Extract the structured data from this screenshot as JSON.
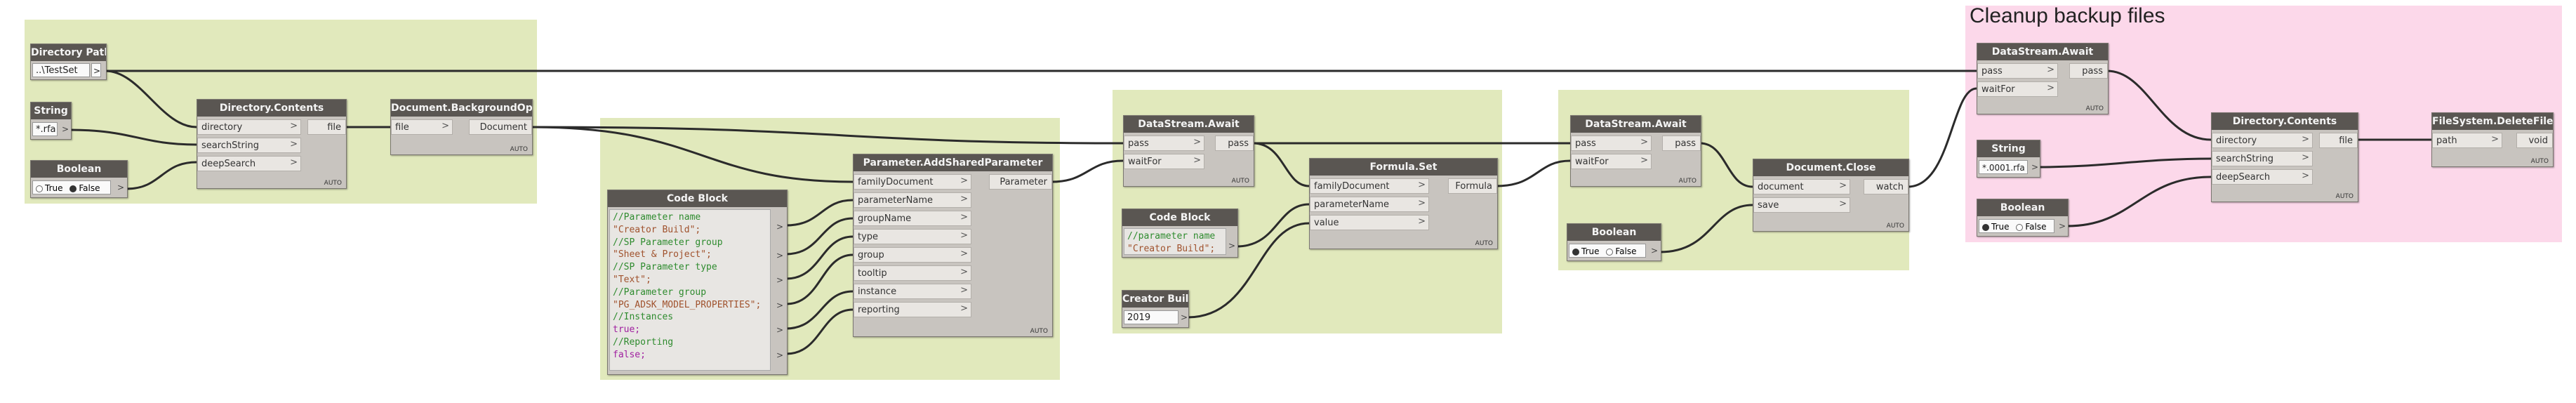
{
  "groups": {
    "cleanup_title": "Cleanup backup files",
    "colors": {
      "green": "#e1e9bc",
      "pink": "#fcd8ea"
    }
  },
  "directory_path": {
    "title": "Directory Path",
    "value": "..\\TestSet"
  },
  "string1": {
    "title": "String",
    "value": "*.rfa"
  },
  "boolean1": {
    "title": "Boolean",
    "true_label": "True",
    "false_label": "False",
    "selected": "False"
  },
  "dir_contents1": {
    "title": "Directory.Contents",
    "inputs": [
      "directory",
      "searchString",
      "deepSearch"
    ],
    "output": "file",
    "lacing": "AUTO"
  },
  "bg_open": {
    "title": "Document.BackgroundOpen",
    "input": "file",
    "output": "Document",
    "lacing": "AUTO"
  },
  "code_block1": {
    "title": "Code Block",
    "lines": [
      {
        "text": "//Parameter name",
        "kind": "comment"
      },
      {
        "text": "\"Creator Build\";",
        "kind": "string"
      },
      {
        "text": "//SP Parameter group",
        "kind": "comment"
      },
      {
        "text": "\"Sheet & Project\";",
        "kind": "string"
      },
      {
        "text": "//SP Parameter type",
        "kind": "comment"
      },
      {
        "text": "\"Text\";",
        "kind": "string"
      },
      {
        "text": "//Parameter group",
        "kind": "comment"
      },
      {
        "text": "\"PG_ADSK_MODEL_PROPERTIES\";",
        "kind": "string"
      },
      {
        "text": "//Instances",
        "kind": "comment"
      },
      {
        "text": "true;",
        "kind": "bool"
      },
      {
        "text": "//Reporting",
        "kind": "comment"
      },
      {
        "text": "false;",
        "kind": "bool"
      }
    ]
  },
  "add_shared_param": {
    "title": "Parameter.AddSharedParameter",
    "inputs": [
      "familyDocument",
      "parameterName",
      "groupName",
      "type",
      "group",
      "tooltip",
      "instance",
      "reporting"
    ],
    "output": "Parameter",
    "lacing": "AUTO"
  },
  "await1": {
    "title": "DataStream.Await",
    "inputs": [
      "pass",
      "waitFor"
    ],
    "output": "pass",
    "lacing": "AUTO"
  },
  "code_block2": {
    "title": "Code Block",
    "lines": [
      {
        "text": "//parameter name",
        "kind": "comment"
      },
      {
        "text": "\"Creator Build\";",
        "kind": "string"
      }
    ]
  },
  "creator_build": {
    "title": "Creator Build",
    "value": "2019"
  },
  "formula_set": {
    "title": "Formula.Set",
    "inputs": [
      "familyDocument",
      "parameterName",
      "value"
    ],
    "output": "Formula",
    "lacing": "AUTO"
  },
  "await2": {
    "title": "DataStream.Await",
    "inputs": [
      "pass",
      "waitFor"
    ],
    "output": "pass",
    "lacing": "AUTO"
  },
  "boolean2": {
    "title": "Boolean",
    "true_label": "True",
    "false_label": "False",
    "selected": "True"
  },
  "doc_close": {
    "title": "Document.Close",
    "inputs": [
      "document",
      "save"
    ],
    "output": "watch",
    "lacing": "AUTO"
  },
  "await3": {
    "title": "DataStream.Await",
    "inputs": [
      "pass",
      "waitFor"
    ],
    "output": "pass",
    "lacing": "AUTO"
  },
  "string2": {
    "title": "String",
    "value": "*.0001.rfa"
  },
  "boolean3": {
    "title": "Boolean",
    "true_label": "True",
    "false_label": "False",
    "selected": "True"
  },
  "dir_contents2": {
    "title": "Directory.Contents",
    "inputs": [
      "directory",
      "searchString",
      "deepSearch"
    ],
    "output": "file",
    "lacing": "AUTO"
  },
  "delete_file": {
    "title": "FileSystem.DeleteFile",
    "input": "path",
    "output": "void",
    "lacing": "AUTO"
  }
}
